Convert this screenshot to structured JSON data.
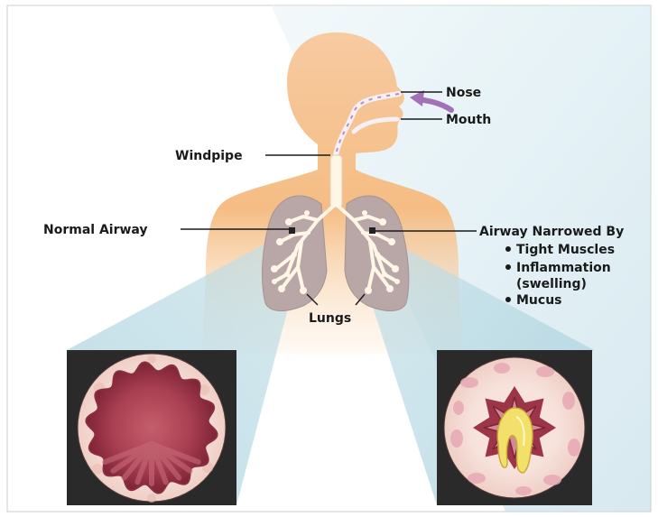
{
  "labels": {
    "nose": "Nose",
    "mouth": "Mouth",
    "windpipe": "Windpipe",
    "normal_airway": "Normal Airway",
    "lungs": "Lungs",
    "narrowed_title": "Airway Narrowed By",
    "narrowed_causes": [
      "Tight Muscles",
      "Inflammation",
      "(swelling)",
      "Mucus"
    ]
  },
  "colors": {
    "skin": "#f5c48e",
    "skin_light": "#fbe1c2",
    "background_blue": "#cfe6ee",
    "lung_tissue": "#b9a7a7",
    "bronchi": "#fff6e6",
    "airway_wall": "#f2d9d2",
    "airway_lumen": "#b2485a",
    "mucus": "#f3e06a",
    "frame": "#222222",
    "arrow": "#a271b8",
    "text": "#1a1a1a"
  }
}
